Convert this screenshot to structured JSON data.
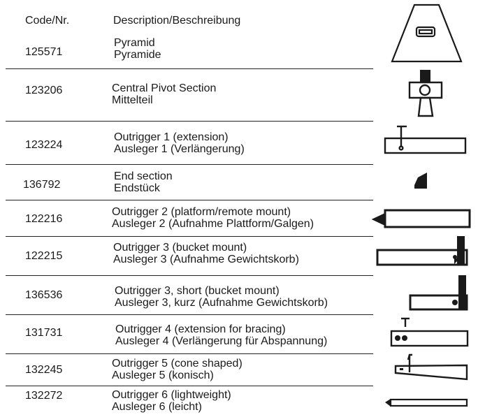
{
  "header": {
    "code": "Code/Nr.",
    "description": "Description/Beschreibung"
  },
  "parts": [
    {
      "code": "125571",
      "en": "Pyramid",
      "de": "Pyramide",
      "icon": "pyramid-icon"
    },
    {
      "code": "123206",
      "en": "Central Pivot Section",
      "de": "Mittelteil",
      "icon": "central-pivot-icon"
    },
    {
      "code": "123224",
      "en": "Outrigger 1 (extension)",
      "de": "Ausleger 1 (Verlängerung)",
      "icon": "outrigger-1-icon"
    },
    {
      "code": "136792",
      "en": "End section",
      "de": "Endstück",
      "icon": "end-section-icon"
    },
    {
      "code": "122216",
      "en": "Outrigger 2 (platform/remote mount)",
      "de": "Ausleger 2 (Aufnahme Plattform/Galgen)",
      "icon": "outrigger-2-icon"
    },
    {
      "code": "122215",
      "en": "Outrigger 3 (bucket mount)",
      "de": "Ausleger 3 (Aufnahme Gewichtskorb)",
      "icon": "outrigger-3-icon"
    },
    {
      "code": "136536",
      "en": "Outrigger 3, short (bucket mount)",
      "de": "Ausleger 3, kurz (Aufnahme Gewichtskorb)",
      "icon": "outrigger-3-short-icon"
    },
    {
      "code": "131731",
      "en": "Outrigger 4 (extension for bracing)",
      "de": "Ausleger 4 (Verlängerung für Abspannung)",
      "icon": "outrigger-4-icon"
    },
    {
      "code": "132245",
      "en": "Outrigger 5 (cone shaped)",
      "de": "Ausleger 5 (konisch)",
      "icon": "outrigger-5-icon"
    },
    {
      "code": "132272",
      "en": "Outrigger 6 (lightweight)",
      "de": "Ausleger 6 (leicht)",
      "icon": "outrigger-6-icon"
    }
  ]
}
